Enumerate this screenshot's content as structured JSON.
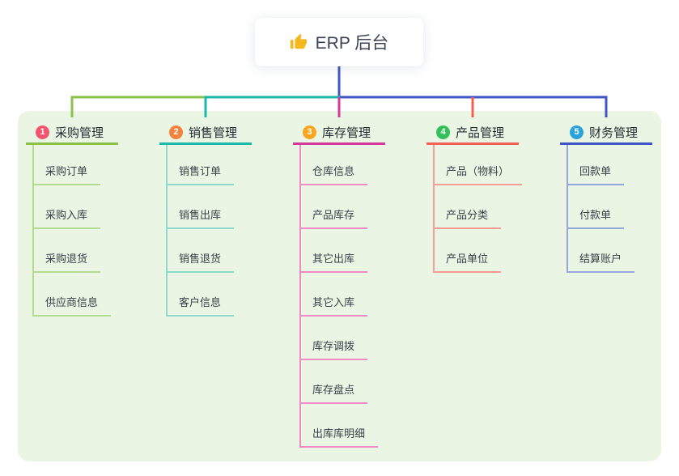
{
  "root": {
    "label": "ERP 后台",
    "icon": "thumbs-up",
    "icon_color": "#f4b81f",
    "text_color": "#3b4354"
  },
  "colors": {
    "canvas_bg": "#ffffff",
    "board_bg": "#eaf6e3"
  },
  "branches": [
    {
      "number": "1",
      "label": "采购管理",
      "badge_color": "#f2546e",
      "line_color": "#8bc34a",
      "child_line_color": "#b5da92",
      "children": [
        {
          "label": "采购订单"
        },
        {
          "label": "采购入库"
        },
        {
          "label": "采购退货"
        },
        {
          "label": "供应商信息"
        }
      ]
    },
    {
      "number": "2",
      "label": "销售管理",
      "badge_color": "#f5813e",
      "line_color": "#1db9a8",
      "child_line_color": "#8ed9cf",
      "children": [
        {
          "label": "销售订单"
        },
        {
          "label": "销售出库"
        },
        {
          "label": "销售退货"
        },
        {
          "label": "客户信息"
        }
      ]
    },
    {
      "number": "3",
      "label": "库存管理",
      "badge_color": "#f9a51f",
      "line_color": "#d43a9a",
      "child_line_color": "#ee8ac4",
      "children": [
        {
          "label": "仓库信息"
        },
        {
          "label": "产品库存"
        },
        {
          "label": "其它出库"
        },
        {
          "label": "其它入库"
        },
        {
          "label": "库存调拨"
        },
        {
          "label": "库存盘点"
        },
        {
          "label": "出库库明细"
        }
      ]
    },
    {
      "number": "4",
      "label": "产品管理",
      "badge_color": "#33bf5a",
      "line_color": "#f2605a",
      "child_line_color": "#f79d97",
      "children": [
        {
          "label": "产品（物料）"
        },
        {
          "label": "产品分类"
        },
        {
          "label": "产品单位"
        }
      ]
    },
    {
      "number": "5",
      "label": "财务管理",
      "badge_color": "#2aa3dc",
      "line_color": "#4156c5",
      "child_line_color": "#93a7dc",
      "children": [
        {
          "label": "回款单"
        },
        {
          "label": "付款单"
        },
        {
          "label": "结算账户"
        }
      ]
    }
  ]
}
